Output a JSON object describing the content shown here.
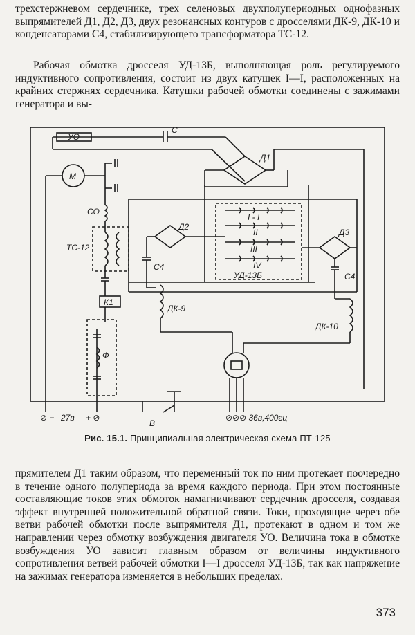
{
  "page": {
    "paragraph_1": "трехстержневом сердечнике, трех селеновых двухполупериодных однофазных выпрямителей Д1, Д2, Д3, двух резонансных контуров с дросселями ДК-9, ДК-10 и конденсаторами С4, стабилизирующего трансформатора ТС-12.",
    "paragraph_2": "Рабочая обмотка дросселя УД-13Б, выполняющая роль регулируемого индуктивного сопротивления, состоит из двух катушек I—I, расположенных на крайних стержнях сердечника. Катушки рабочей обмотки соединены с зажимами генератора и вы-",
    "paragraph_3": "прямителем Д1 таким образом, что переменный ток по ним протекает поочередно в течение одного полупериода за время каждого периода. При этом постоянные составляющие токов этих обмоток намагничивают сердечник дросселя, создавая эффект внутренней положительной обратной связи. Токи, проходящие через обе ветви рабочей обмотки после выпрямителя Д1, протекают в одном и том же направлении через обмотку возбуждения двигателя УО. Величина тока в обмотке возбуждения УО зависит главным образом от величины индуктивного сопротивления ветвей рабочей обмотки I—I дросселя УД-13Б, так как напряжение на зажимах генератора изменяется в небольших пределах.",
    "page_number": "373"
  },
  "figure": {
    "caption_prefix": "Рис. 15.1.",
    "caption_text": " Принципиальная электрическая схема ПТ-125",
    "labels": {
      "uo": "УО",
      "c": "С",
      "d1": "Д1",
      "motor": "М",
      "co": "СО",
      "tc12": "ТС-12",
      "d2": "Д2",
      "c4_left": "С4",
      "w1": "I - I",
      "w2": "II",
      "w3": "III",
      "w4": "IV",
      "ud13b": "УД-13Б",
      "k1": "К1",
      "dk9": "ДК-9",
      "f": "Ф",
      "d3": "Д3",
      "c4_right": "С4",
      "dk10": "ДК-10",
      "minus": "⊘ −",
      "v27": "27в",
      "plus": "+ ⊘",
      "switch_b": "В",
      "ac": "⊘⊘⊘ 36в,400гц"
    }
  }
}
